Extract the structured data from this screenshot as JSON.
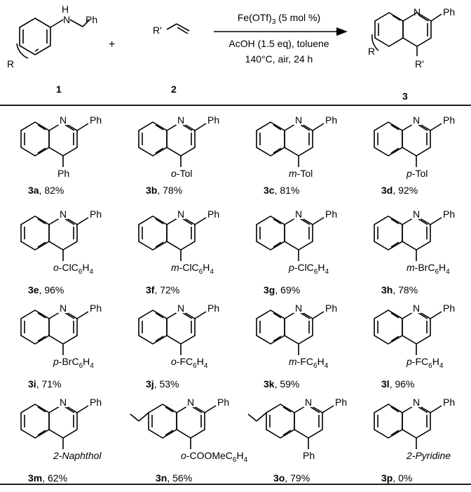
{
  "scheme": {
    "amine_substituent": "R",
    "amine_nh": "N",
    "amine_h": "H",
    "amine_ph": "Ph",
    "plus": "+",
    "alkene_substituent": "R'",
    "product_n": "N",
    "product_ph": "Ph",
    "product_r": "R",
    "product_r2": "R'",
    "labels": [
      "1",
      "2",
      "3"
    ],
    "conditions": {
      "catalyst": "Fe(OTf)3 (5 mol %)",
      "additive": "AcOH (1.5 eq), toluene",
      "temp_time": "140°C, air, 24 h"
    }
  },
  "products": [
    {
      "id": "3a",
      "yield": "82%",
      "sub": "Ph",
      "ring": "plain"
    },
    {
      "id": "3b",
      "yield": "78%",
      "sub": "o-Tol",
      "ring": "plain"
    },
    {
      "id": "3c",
      "yield": "81%",
      "sub": "m-Tol",
      "ring": "plain"
    },
    {
      "id": "3d",
      "yield": "92%",
      "sub": "p-Tol",
      "ring": "plain"
    },
    {
      "id": "3e",
      "yield": "96%",
      "sub": "o-ClC6H4",
      "ring": "plain"
    },
    {
      "id": "3f",
      "yield": "72%",
      "sub": "m-ClC6H4",
      "ring": "plain"
    },
    {
      "id": "3g",
      "yield": "69%",
      "sub": "p-ClC6H4",
      "ring": "plain"
    },
    {
      "id": "3h",
      "yield": "78%",
      "sub": "m-BrC6H4",
      "ring": "plain"
    },
    {
      "id": "3i",
      "yield": "71%",
      "sub": "p-BrC6H4",
      "ring": "plain"
    },
    {
      "id": "3j",
      "yield": "53%",
      "sub": "o-FC6H4",
      "ring": "plain"
    },
    {
      "id": "3k",
      "yield": "59%",
      "sub": "m-FC6H4",
      "ring": "plain"
    },
    {
      "id": "3l",
      "yield": "96%",
      "sub": "p-FC6H4",
      "ring": "plain"
    },
    {
      "id": "3m",
      "yield": "62%",
      "sub": "2-Naphthol",
      "ring": "plain"
    },
    {
      "id": "3n",
      "yield": "56%",
      "sub": "o-COOMeC6H4",
      "ring": "methoxy"
    },
    {
      "id": "3o",
      "yield": "79%",
      "sub": "Ph",
      "ring": "methoxy"
    },
    {
      "id": "3p",
      "yield": "0%",
      "sub": "2-Pyridine",
      "ring": "plain"
    }
  ],
  "colors": {
    "ink": "#000000",
    "background": "#ffffff"
  }
}
